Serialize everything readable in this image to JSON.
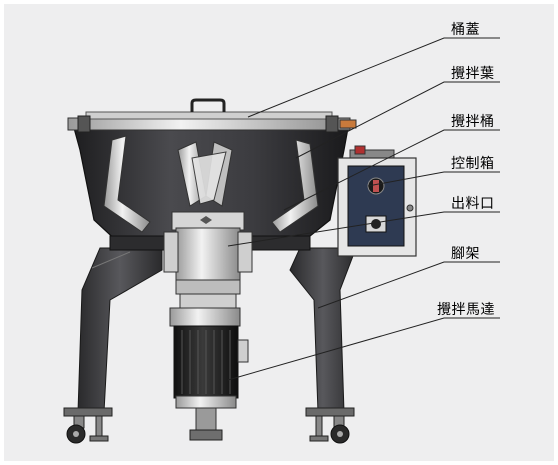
{
  "labels": {
    "lid": "桶蓋",
    "blades": "攪拌葉",
    "barrel": "攪拌桶",
    "control_box": "控制箱",
    "outlet": "出料口",
    "legs": "腳架",
    "motor": "攪拌馬達"
  },
  "colors": {
    "background": "#eeeeef",
    "body_dark": "#3a3a3d",
    "steel_light": "#d8d8d8",
    "control_box": "#2e3a52",
    "leader_line": "#222222"
  }
}
